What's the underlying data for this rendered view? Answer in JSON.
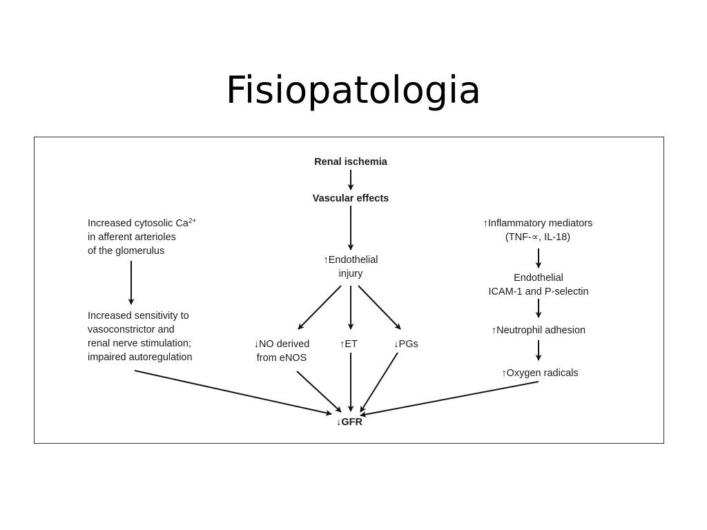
{
  "slide": {
    "title": "Fisiopatologia"
  },
  "nodes": {
    "renal_ischemia": "Renal ischemia",
    "vascular_effects": "Vascular effects",
    "endothelial_injury": {
      "line1": "↑Endothelial",
      "line2": "injury"
    },
    "no_derived": {
      "line1": "↓NO derived",
      "line2": "from eNOS"
    },
    "et": "↑ET",
    "pgs": "↓PGs",
    "gfr": "↓GFR",
    "cytosolic_ca": {
      "line1_prefix": "Increased cytosolic Ca",
      "superscript": "2+",
      "line2": "in afferent arterioles",
      "line3": "of the glomerulus"
    },
    "sensitivity": {
      "line1": "Increased sensitivity to",
      "line2": "vasoconstrictor and",
      "line3": "renal nerve stimulation;",
      "line4": "impaired autoregulation"
    },
    "inflammatory": {
      "line1": "↑Inflammatory mediators",
      "line2": "(TNF-∝, IL-18)"
    },
    "icam": {
      "line1": "Endothelial",
      "line2": "ICAM-1 and P-selectin"
    },
    "neutrophil": "↑Neutrophil adhesion",
    "oxygen": "↑Oxygen radicals"
  }
}
